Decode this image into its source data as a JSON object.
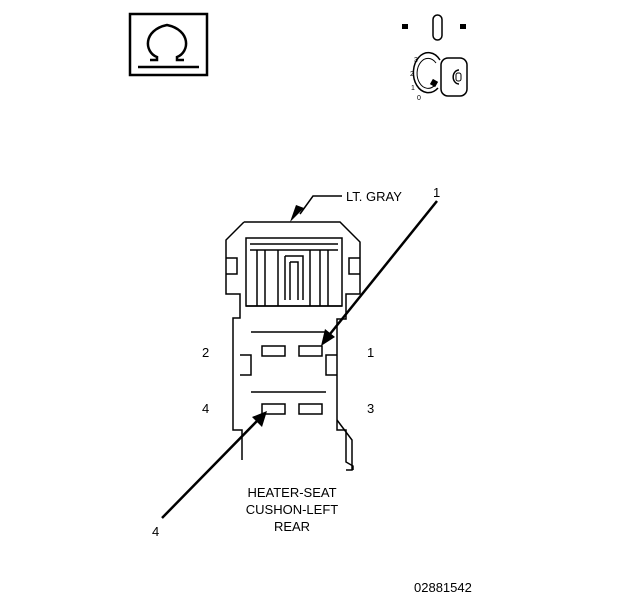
{
  "ohm_symbol": "Ω",
  "ignition": {
    "positions": [
      "3",
      "2",
      "1",
      "0"
    ]
  },
  "connector": {
    "color_label": "LT. GRAY",
    "name_lines": [
      "HEATER-SEAT",
      "CUSHON-LEFT",
      "REAR"
    ],
    "pin_labels": {
      "pin1": "1",
      "pin2": "2",
      "pin3": "3",
      "pin4": "4"
    },
    "callouts": {
      "top": "1",
      "bottom": "4"
    }
  },
  "figure_id": "02881542",
  "icons": [
    "ohmmeter-icon",
    "ignition-off-icon",
    "ignition-key-icon"
  ]
}
